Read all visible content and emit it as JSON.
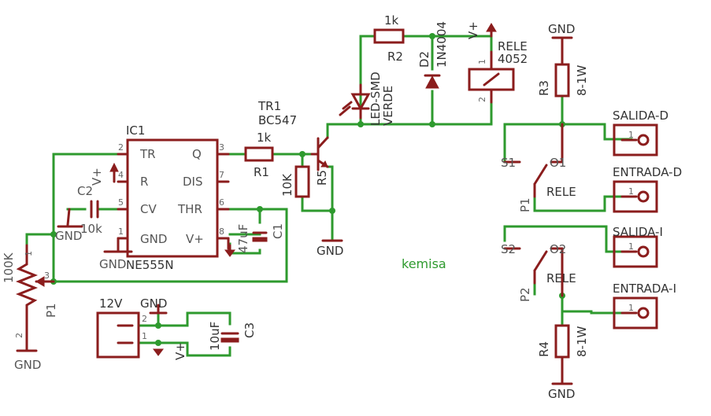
{
  "author": "kemisa",
  "power": {
    "vplus": "V+",
    "gnd": "GND"
  },
  "components": {
    "ic1": {
      "ref": "IC1",
      "value": "NE555N",
      "pins": {
        "tr": "TR",
        "q": "Q",
        "r": "R",
        "dis": "DIS",
        "cv": "CV",
        "thr": "THR",
        "gnd": "GND",
        "vplus": "V+"
      },
      "pin_numbers": {
        "1": "1",
        "2": "2",
        "3": "3",
        "4": "4",
        "5": "5",
        "6": "6",
        "7": "7",
        "8": "8"
      }
    },
    "c2": {
      "ref": "C2",
      "value": "10k"
    },
    "p1": {
      "ref": "P1",
      "value": "100K",
      "pins": {
        "1": "1",
        "2": "2",
        "3": "3"
      }
    },
    "c1": {
      "ref": "C1",
      "value": "47uF"
    },
    "tr1": {
      "ref": "TR1",
      "value": "BC547"
    },
    "r1": {
      "ref": "R1",
      "value": "1k"
    },
    "r5": {
      "ref": "R5",
      "value": "10K"
    },
    "r2": {
      "ref": "R2",
      "value": "1k"
    },
    "led": {
      "value": "LED-SMD",
      "color": "VERDE"
    },
    "d2": {
      "ref": "D2",
      "value": "1N4004"
    },
    "relay": {
      "ref": "RELE",
      "value": "4052",
      "pins": {
        "1": "1",
        "2": "2"
      }
    },
    "r3": {
      "ref": "R3",
      "value": "8-1W"
    },
    "r4": {
      "ref": "R4",
      "value": "8-1W"
    },
    "switch1": {
      "s": "S1",
      "o": "O1",
      "label": "RELE",
      "p": "P1"
    },
    "switch2": {
      "s": "S2",
      "o": "O2",
      "label": "RELE",
      "p": "P2"
    },
    "c3": {
      "ref": "C3",
      "value": "10uF"
    }
  },
  "connectors": {
    "salida_d": "SALIDA-D",
    "entrada_d": "ENTRADA-D",
    "salida_i": "SALIDA-I",
    "entrada_i": "ENTRADA-I",
    "pin1": "1"
  },
  "power_connector": {
    "label": "12V",
    "pins": {
      "1": "1",
      "2": "2"
    }
  },
  "colors": {
    "wire": "#2e9a2e",
    "part": "#8b1d1d",
    "text": "#555555"
  }
}
